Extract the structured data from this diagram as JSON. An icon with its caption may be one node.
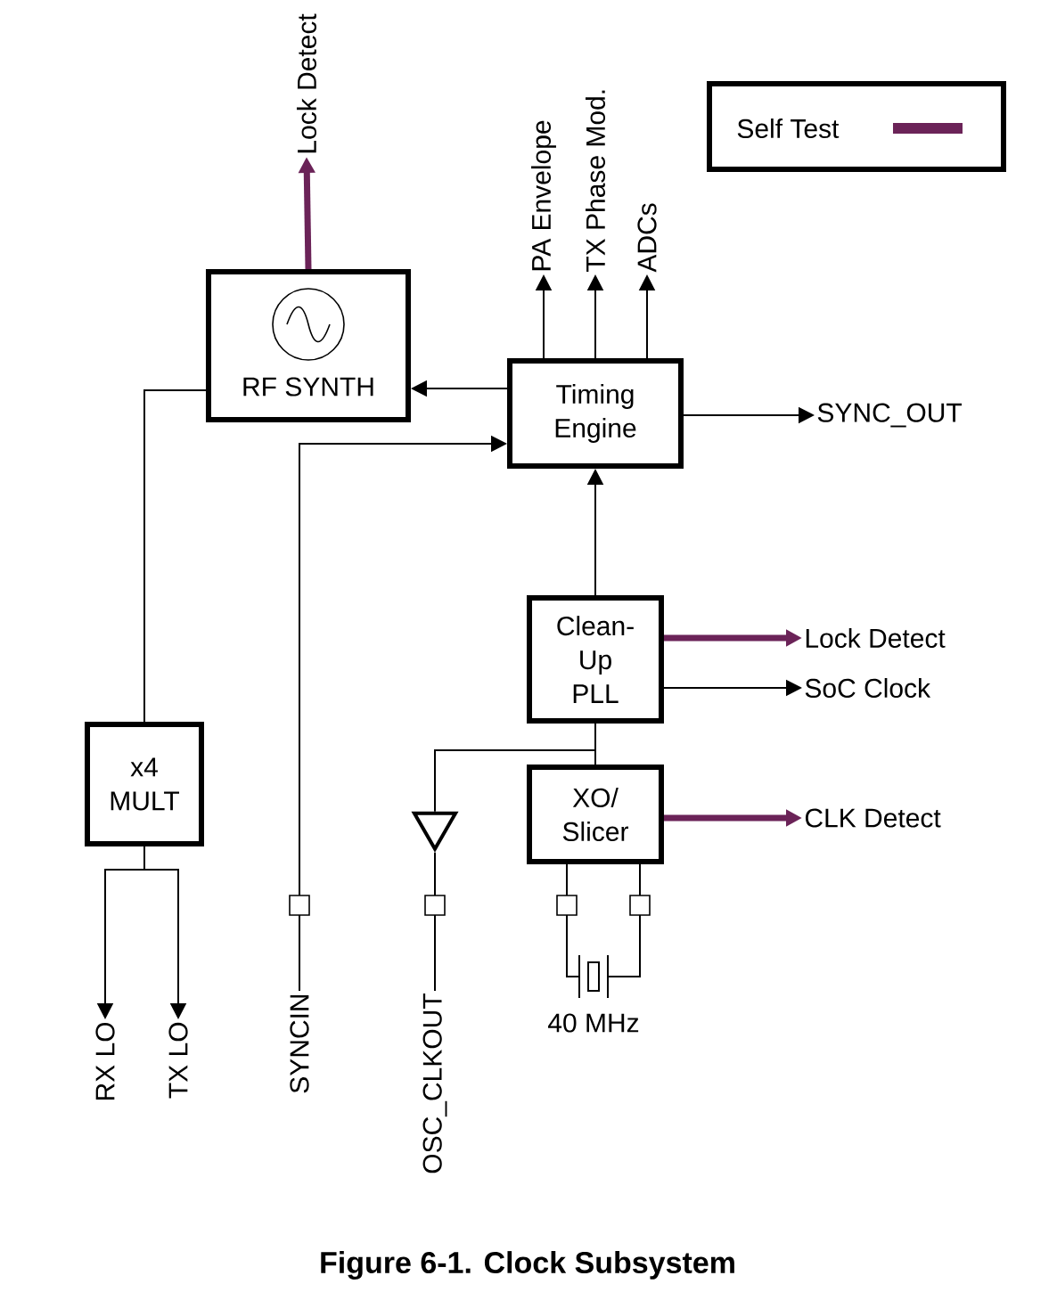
{
  "diagram": {
    "caption": "Figure 6-1. Clock Subsystem",
    "nodes": [
      {
        "text": [
          "RF SYNTH"
        ]
      },
      {
        "text": [
          "Timing Engine"
        ]
      },
      {
        "text": [
          "Clean-Up PLL"
        ]
      },
      {
        "text": [
          "x4 MULT"
        ]
      },
      {
        "text": [
          "XO/ Slicer"
        ]
      },
      {
        "text": [],
        "shape": "triangle"
      },
      {
        "text": [],
        "shape": "crystal",
        "beside": [
          "40 MHz"
        ]
      },
      {
        "text": [
          "Lock Detect"
        ]
      },
      {
        "text": [
          "PA Envelope"
        ]
      },
      {
        "text": [
          "TX Phase Mod."
        ]
      },
      {
        "text": [
          "ADCs"
        ]
      },
      {
        "text": [
          "SYNC_OUT"
        ]
      },
      {
        "text": [
          "Lock Detect"
        ]
      },
      {
        "text": [
          "SoC Clock"
        ]
      },
      {
        "text": [
          "CLK Detect"
        ]
      },
      {
        "text": [
          "RX LO"
        ]
      },
      {
        "text": [
          "TX LO"
        ]
      },
      {
        "text": [
          "SYNCIN"
        ]
      },
      {
        "text": [
          "OSC_CLKOUT"
        ]
      }
    ],
    "edges": [
      {
        "from": 0,
        "to": 7,
        "arrow": "to",
        "style": "thick",
        "color": "#6b2358"
      },
      {
        "from": 1,
        "to": 0,
        "arrow": "to"
      },
      {
        "from": 0,
        "to": 3,
        "arrow": "none"
      },
      {
        "from": 17,
        "to": 1,
        "arrow": "to"
      },
      {
        "from": 1,
        "to": 8,
        "arrow": "to"
      },
      {
        "from": 1,
        "to": 9,
        "arrow": "to"
      },
      {
        "from": 1,
        "to": 10,
        "arrow": "to"
      },
      {
        "from": 1,
        "to": 11,
        "arrow": "to"
      },
      {
        "from": 2,
        "to": 1,
        "arrow": "to"
      },
      {
        "from": 2,
        "to": 12,
        "arrow": "to",
        "style": "thick",
        "color": "#6b2358"
      },
      {
        "from": 2,
        "to": 13,
        "arrow": "to"
      },
      {
        "from": 4,
        "to": 14,
        "arrow": "to",
        "style": "thick",
        "color": "#6b2358"
      },
      {
        "from": 4,
        "to": 2,
        "arrow": "none"
      },
      {
        "from": 4,
        "to": 5,
        "arrow": "none"
      },
      {
        "from": 5,
        "to": 18,
        "arrow": "none"
      },
      {
        "from": 3,
        "to": 15,
        "arrow": "to"
      },
      {
        "from": 3,
        "to": 16,
        "arrow": "to"
      },
      {
        "from": 4,
        "to": 6,
        "arrow": "none"
      },
      {
        "from": 4,
        "to": 6,
        "arrow": "none"
      }
    ],
    "legend": [
      {
        "text": "Self Test",
        "color": "#6b2358"
      }
    ]
  }
}
